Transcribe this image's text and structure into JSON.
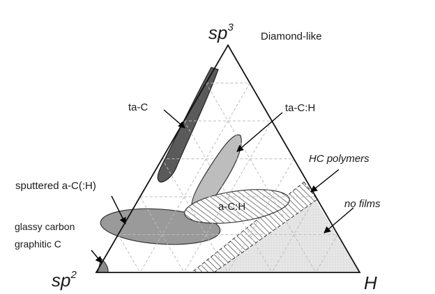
{
  "diagram": {
    "vertices": {
      "top": {
        "base": "sp",
        "sup": "3"
      },
      "bottom_left": {
        "base": "sp",
        "sup": "2"
      },
      "bottom_right": {
        "base": "H"
      }
    },
    "labels": {
      "diamond_like": "Diamond-like",
      "ta_c": "ta-C",
      "ta_c_h": "ta-C:H",
      "hc_polymers": "HC polymers",
      "sputtered": "sputtered a-C(:H)",
      "no_films": "no films",
      "a_c_h": "a-C:H",
      "glassy_carbon": "glassy carbon",
      "graphitic_c": "graphitic C"
    },
    "colors": {
      "outline": "#111111",
      "grid": "#bdbdbd",
      "ta_c_fill": "#5a5a5a",
      "ta_c_h_fill": "#bdbdbd",
      "sputtered_fill": "#9a9a9a",
      "glassy_fill": "#8a8a8a",
      "no_films_fill": "#e3e3e3",
      "hatch": "#444444",
      "arrow": "#000000"
    }
  }
}
